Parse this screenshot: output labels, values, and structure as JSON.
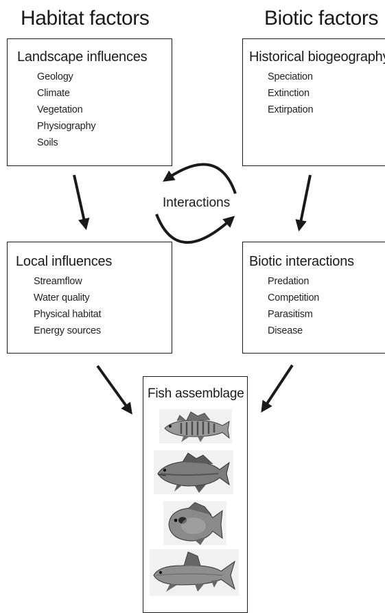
{
  "headings": {
    "habitat": "Habitat factors",
    "biotic": "Biotic factors"
  },
  "landscape": {
    "title": "Landscape influences",
    "items": [
      "Geology",
      "Climate",
      "Vegetation",
      "Physiography",
      "Soils"
    ]
  },
  "historical": {
    "title": "Historical biogeography",
    "items": [
      "Speciation",
      "Extinction",
      "Extirpation"
    ]
  },
  "interactions_label": "Interactions",
  "local": {
    "title": "Local influences",
    "items": [
      "Streamflow",
      "Water quality",
      "Physical habitat",
      "Energy sources"
    ]
  },
  "biotic_interactions": {
    "title": "Biotic interactions",
    "items": [
      "Predation",
      "Competition",
      "Parasitism",
      "Disease"
    ]
  },
  "fish_assemblage": {
    "title": "Fish assemblage",
    "fish_icons": [
      "darter-fish-icon",
      "bass-fish-icon",
      "sunfish-icon",
      "sucker-fish-icon"
    ]
  },
  "colors": {
    "line": "#1a1a1a",
    "fish_dark": "#3a3a3a",
    "fish_mid": "#8a8a8a",
    "fish_light": "#d8d8d8"
  }
}
